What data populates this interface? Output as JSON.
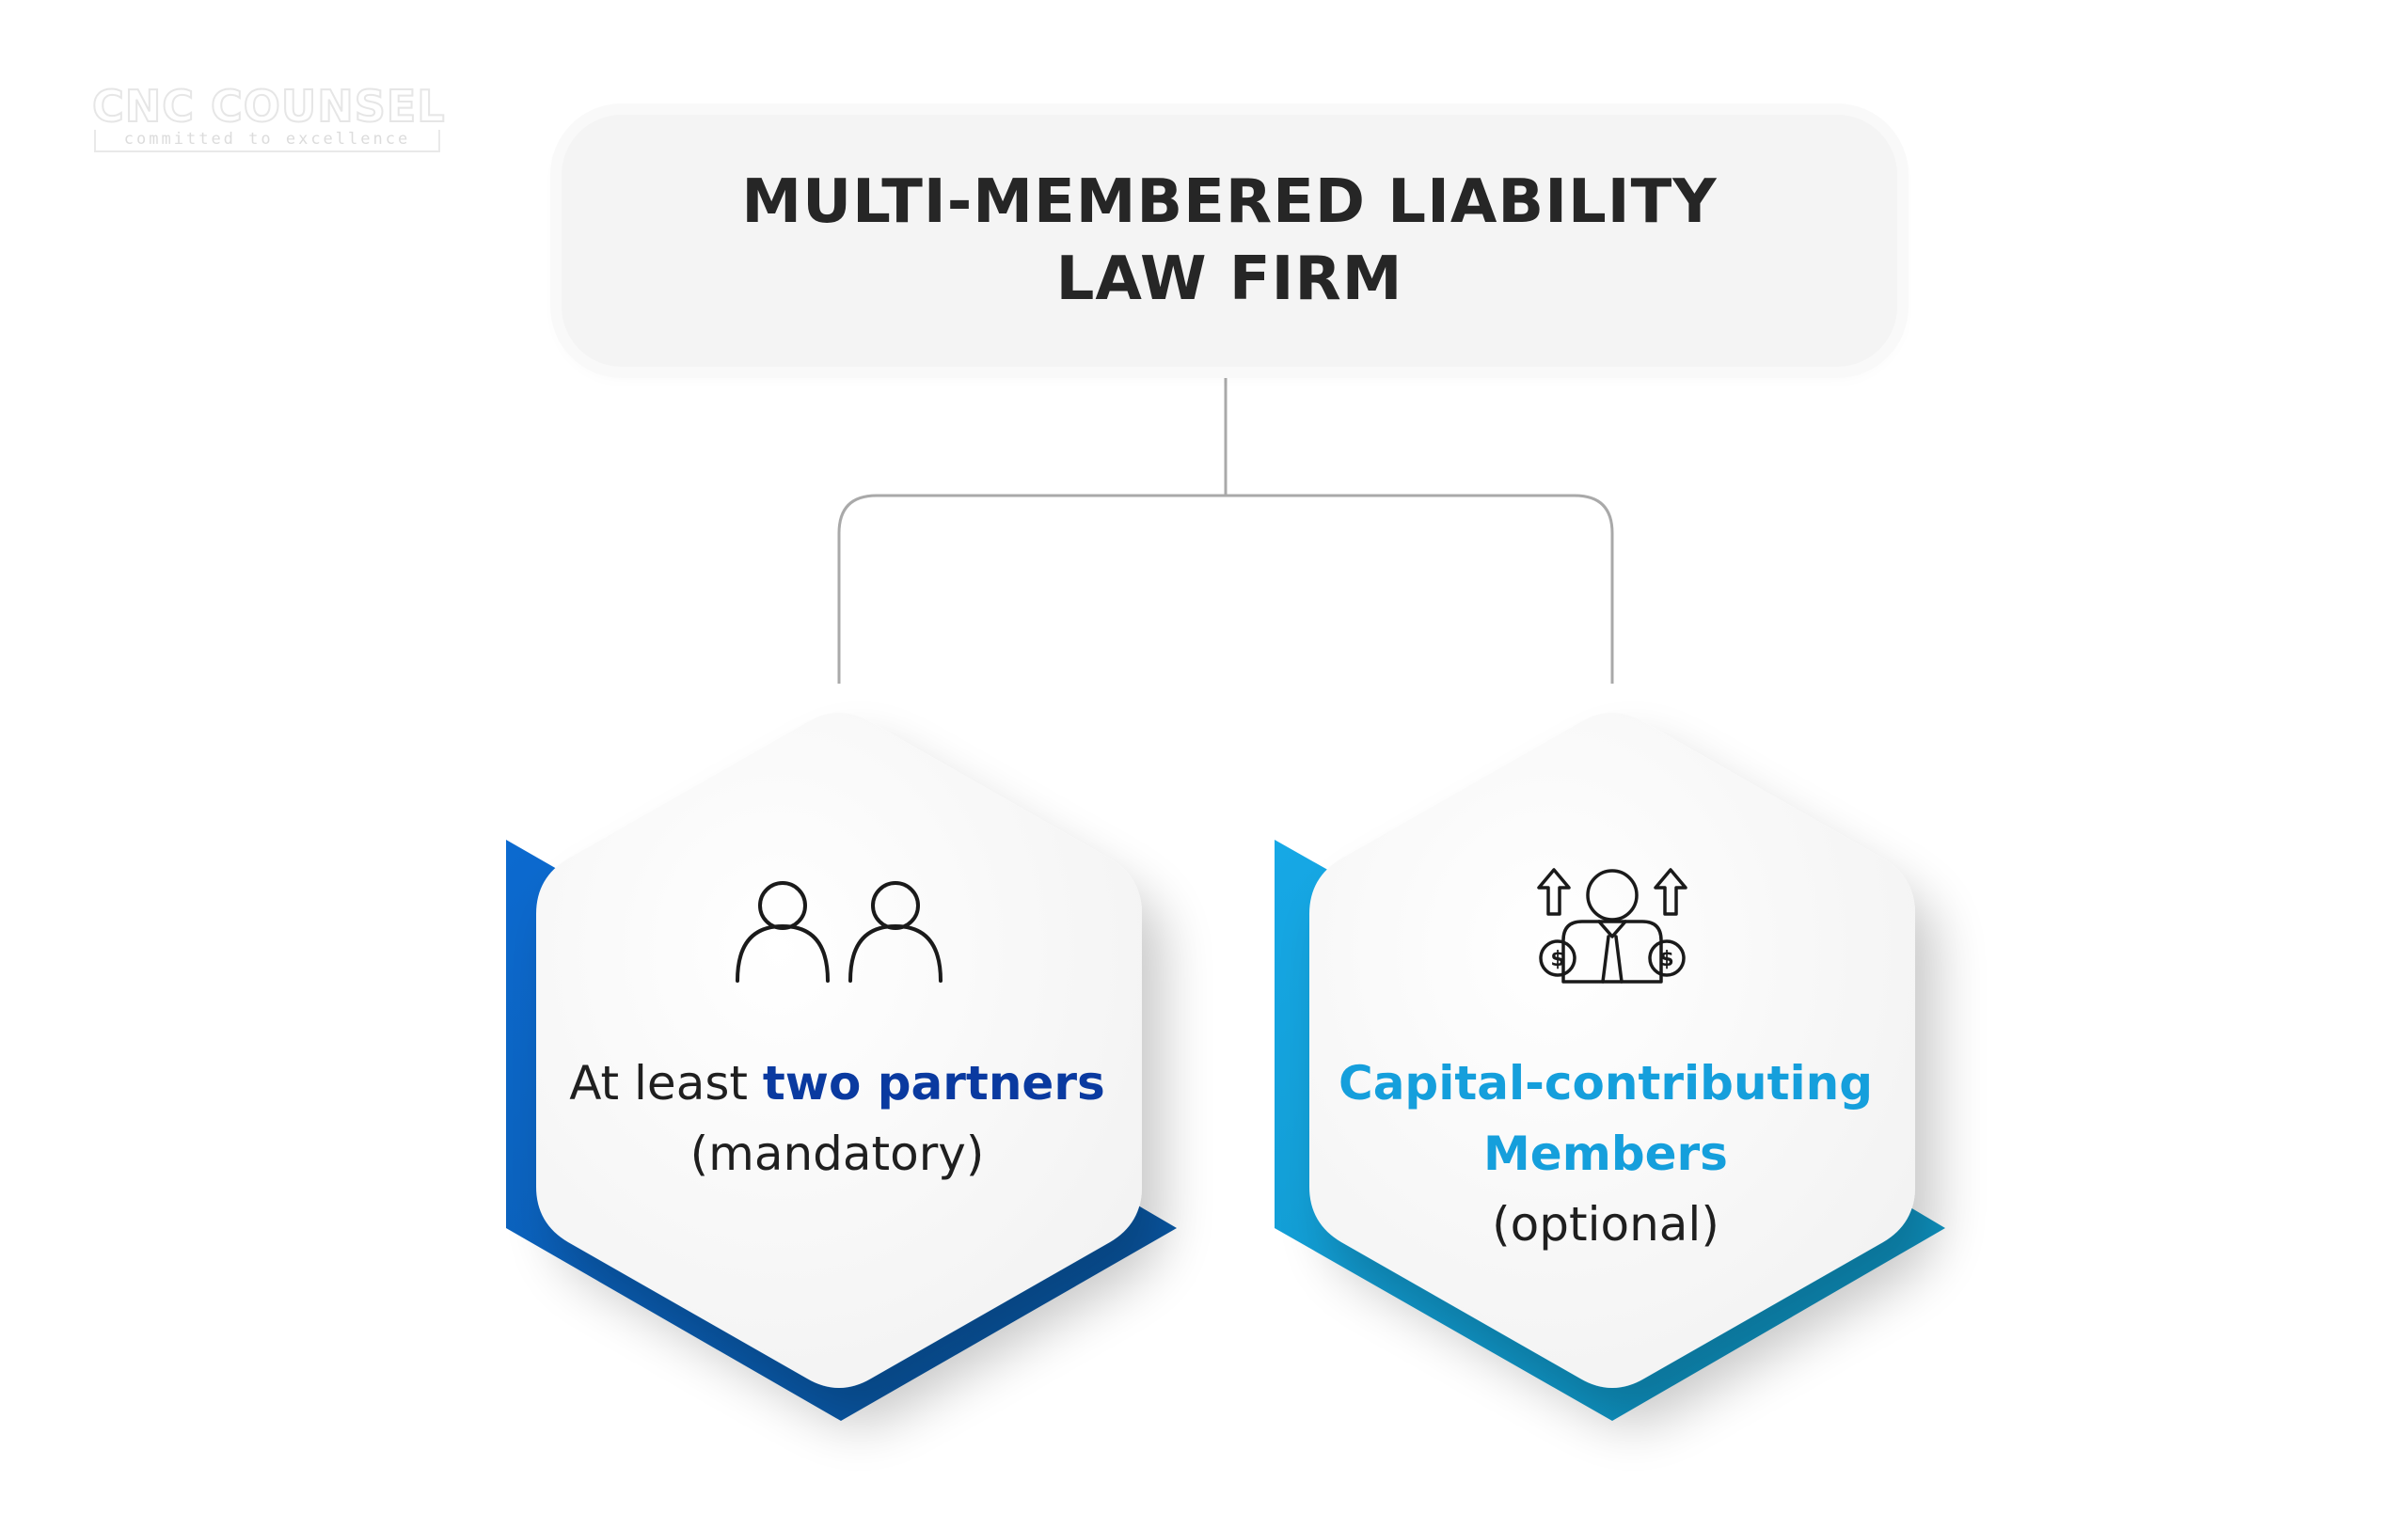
{
  "logo": {
    "name": "CNC COUNSEL",
    "tagline": "committed to excellence"
  },
  "title": {
    "line1": "MULTI-MEMBERED LIABILITY",
    "line2": "LAW FIRM"
  },
  "nodes": [
    {
      "prefix": "At least ",
      "highlight": "two partners",
      "note": "(mandatory)",
      "icon": "two-people-icon"
    },
    {
      "highlight_line1": "Capital-contributing",
      "highlight_line2": "Members",
      "note": "(optional)",
      "icon": "capital-member-icon"
    }
  ],
  "colors": {
    "left_accent": "#0a5fbf",
    "right_accent": "#1398d4",
    "left_highlight": "#0a3aa0",
    "right_highlight": "#159fdc",
    "connector": "#a9a9a9"
  }
}
